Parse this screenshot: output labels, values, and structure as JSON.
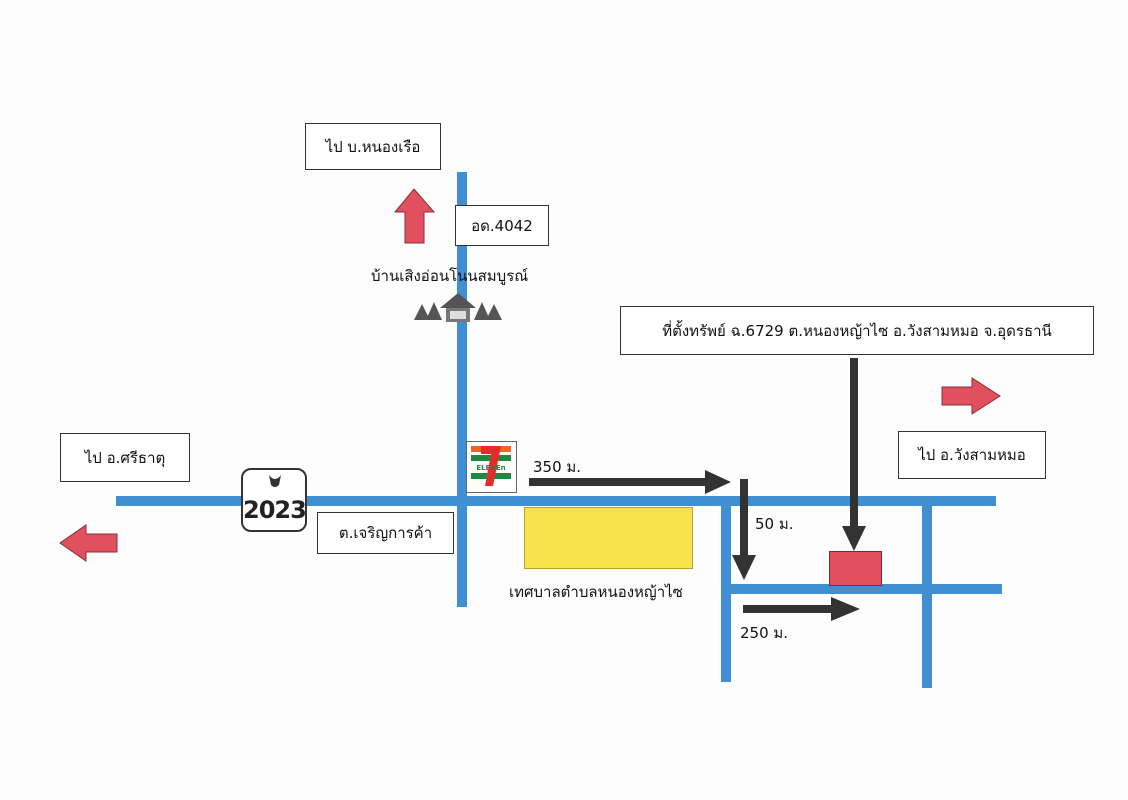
{
  "labels": {
    "to_nong_ruea": "ไป บ.หนองเรือ",
    "route_4042": "อด.4042",
    "landmark_village": "บ้านเสิงอ่อนโนนสมบูรณ์",
    "property_location": "ที่ตั้งทรัพย์ ฉ.6729 ต.หนองหญ้าไซ อ.วังสามหมอ จ.อุดรธานี",
    "to_si_that": "ไป อ.ศรีธาตุ",
    "to_wang_sam_mo": "ไป อ.วังสามหมอ",
    "route_2023": "2023",
    "charoen_kan_kha": "ต.เจริญการค้า",
    "municipality": "เทศบาลตำบลหนองหญ้าไซ",
    "dist_350": "350 ม.",
    "dist_50": "50 ม.",
    "dist_250": "250 ม.",
    "seven_eleven_text": "ELEVEn"
  },
  "colors": {
    "road": "#3f8fd2",
    "red_arrow": "#e0505e",
    "dark_arrow": "#333333",
    "municipality_fill": "#f7e24d",
    "property_fill": "#e0505e"
  }
}
